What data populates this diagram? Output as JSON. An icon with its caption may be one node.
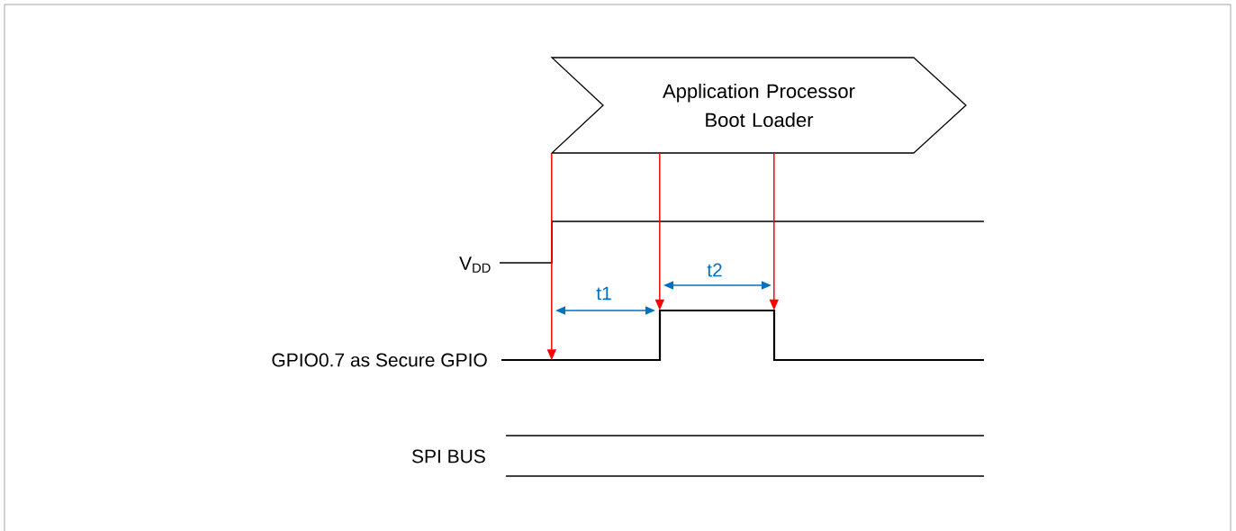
{
  "diagram": {
    "nodes": [
      {
        "text": [
          "Application Processor Boot Loader"
        ]
      },
      {
        "text": [],
        "shape": "waveform"
      }
    ],
    "edges": [
      {
        "from": 0,
        "to": 1,
        "arrow": "to",
        "color": "#ff0000"
      },
      {
        "from": 0,
        "to": 1,
        "arrow": "to",
        "color": "#ff0000"
      },
      {
        "from": 0,
        "to": 1,
        "arrow": "to",
        "color": "#ff0000"
      }
    ],
    "labels": [
      "V$_{DD}$",
      "t2",
      "t1",
      "GPIO0.7 as Secure GPIO",
      "SPI BUS"
    ]
  }
}
